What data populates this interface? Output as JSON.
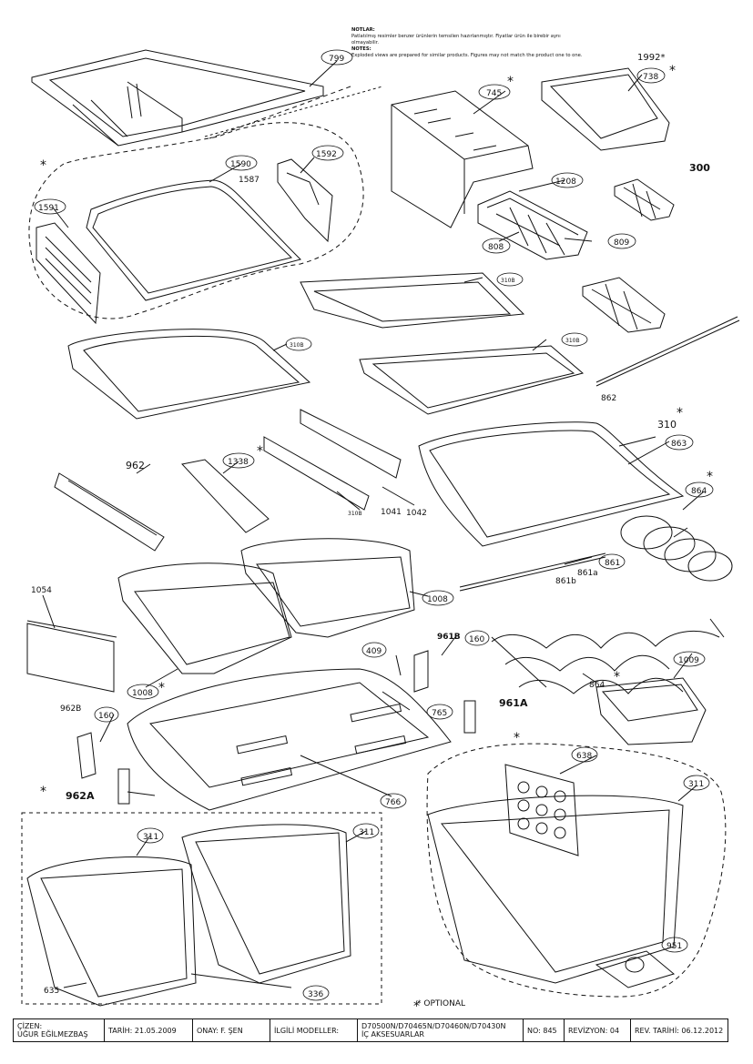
{
  "notes": {
    "tr_header": "NOTLAR:",
    "tr_text1": "Patlatılmış resimler benzer ürünlerin temsilen hazırlanmıştır. Fiyatlar ürün ile birebir aynı",
    "tr_text2": "olmayabilir.",
    "en_header": "NOTES:",
    "en_text": "Exploded views are prepared for similar products. Figures may not match the product one to one."
  },
  "labels": {
    "l799": "799",
    "l745": "745",
    "l738": "738",
    "l1992": "1992*",
    "l1590": "1590",
    "l1587": "1587",
    "l1592": "1592",
    "l1591": "1591",
    "l1208": "1208",
    "l300": "300",
    "l808": "808",
    "l809": "809",
    "l310b_1": "310B",
    "l310b_2": "310B",
    "l310b_3": "310B",
    "l310b_4": "310B",
    "l862": "862",
    "l310": "310",
    "l863": "863",
    "l864a": "864",
    "l962": "962",
    "l1338": "1338",
    "l1041": "1041",
    "l1042": "1042",
    "l861": "861",
    "l861a": "861a",
    "l861b": "861b",
    "l1054": "1054",
    "l1008a": "1008",
    "l1008b": "1008",
    "l961b": "961B",
    "l409": "409",
    "l160a": "160",
    "l1009": "1009",
    "l864b": "864",
    "l961a": "961A",
    "l962b": "962B",
    "l160b": "160",
    "l765": "765",
    "l962a": "962A",
    "l766": "766",
    "l638": "638",
    "l311a": "311",
    "l311b": "311",
    "l311c": "311",
    "l635": "635",
    "l336": "336",
    "l951": "951",
    "star": "*"
  },
  "optional_legend": "OPTIONAL",
  "title_block": {
    "drawn_by_label": "ÇİZEN:",
    "drawn_by": "UĞUR EĞİLMEZBAŞ",
    "date": "TARİH: 21.05.2009",
    "approved": "ONAY: F. ŞEN",
    "models_label": "İLGİLİ MODELLER:",
    "models": "D70500N/D70465N/D70460N/D70430N",
    "subtitle": "İÇ AKSESUARLAR",
    "no": "NO: 845",
    "revision": "REVİZYON: 04",
    "rev_date": "REV. TARİHİ: 06.12.2012"
  }
}
